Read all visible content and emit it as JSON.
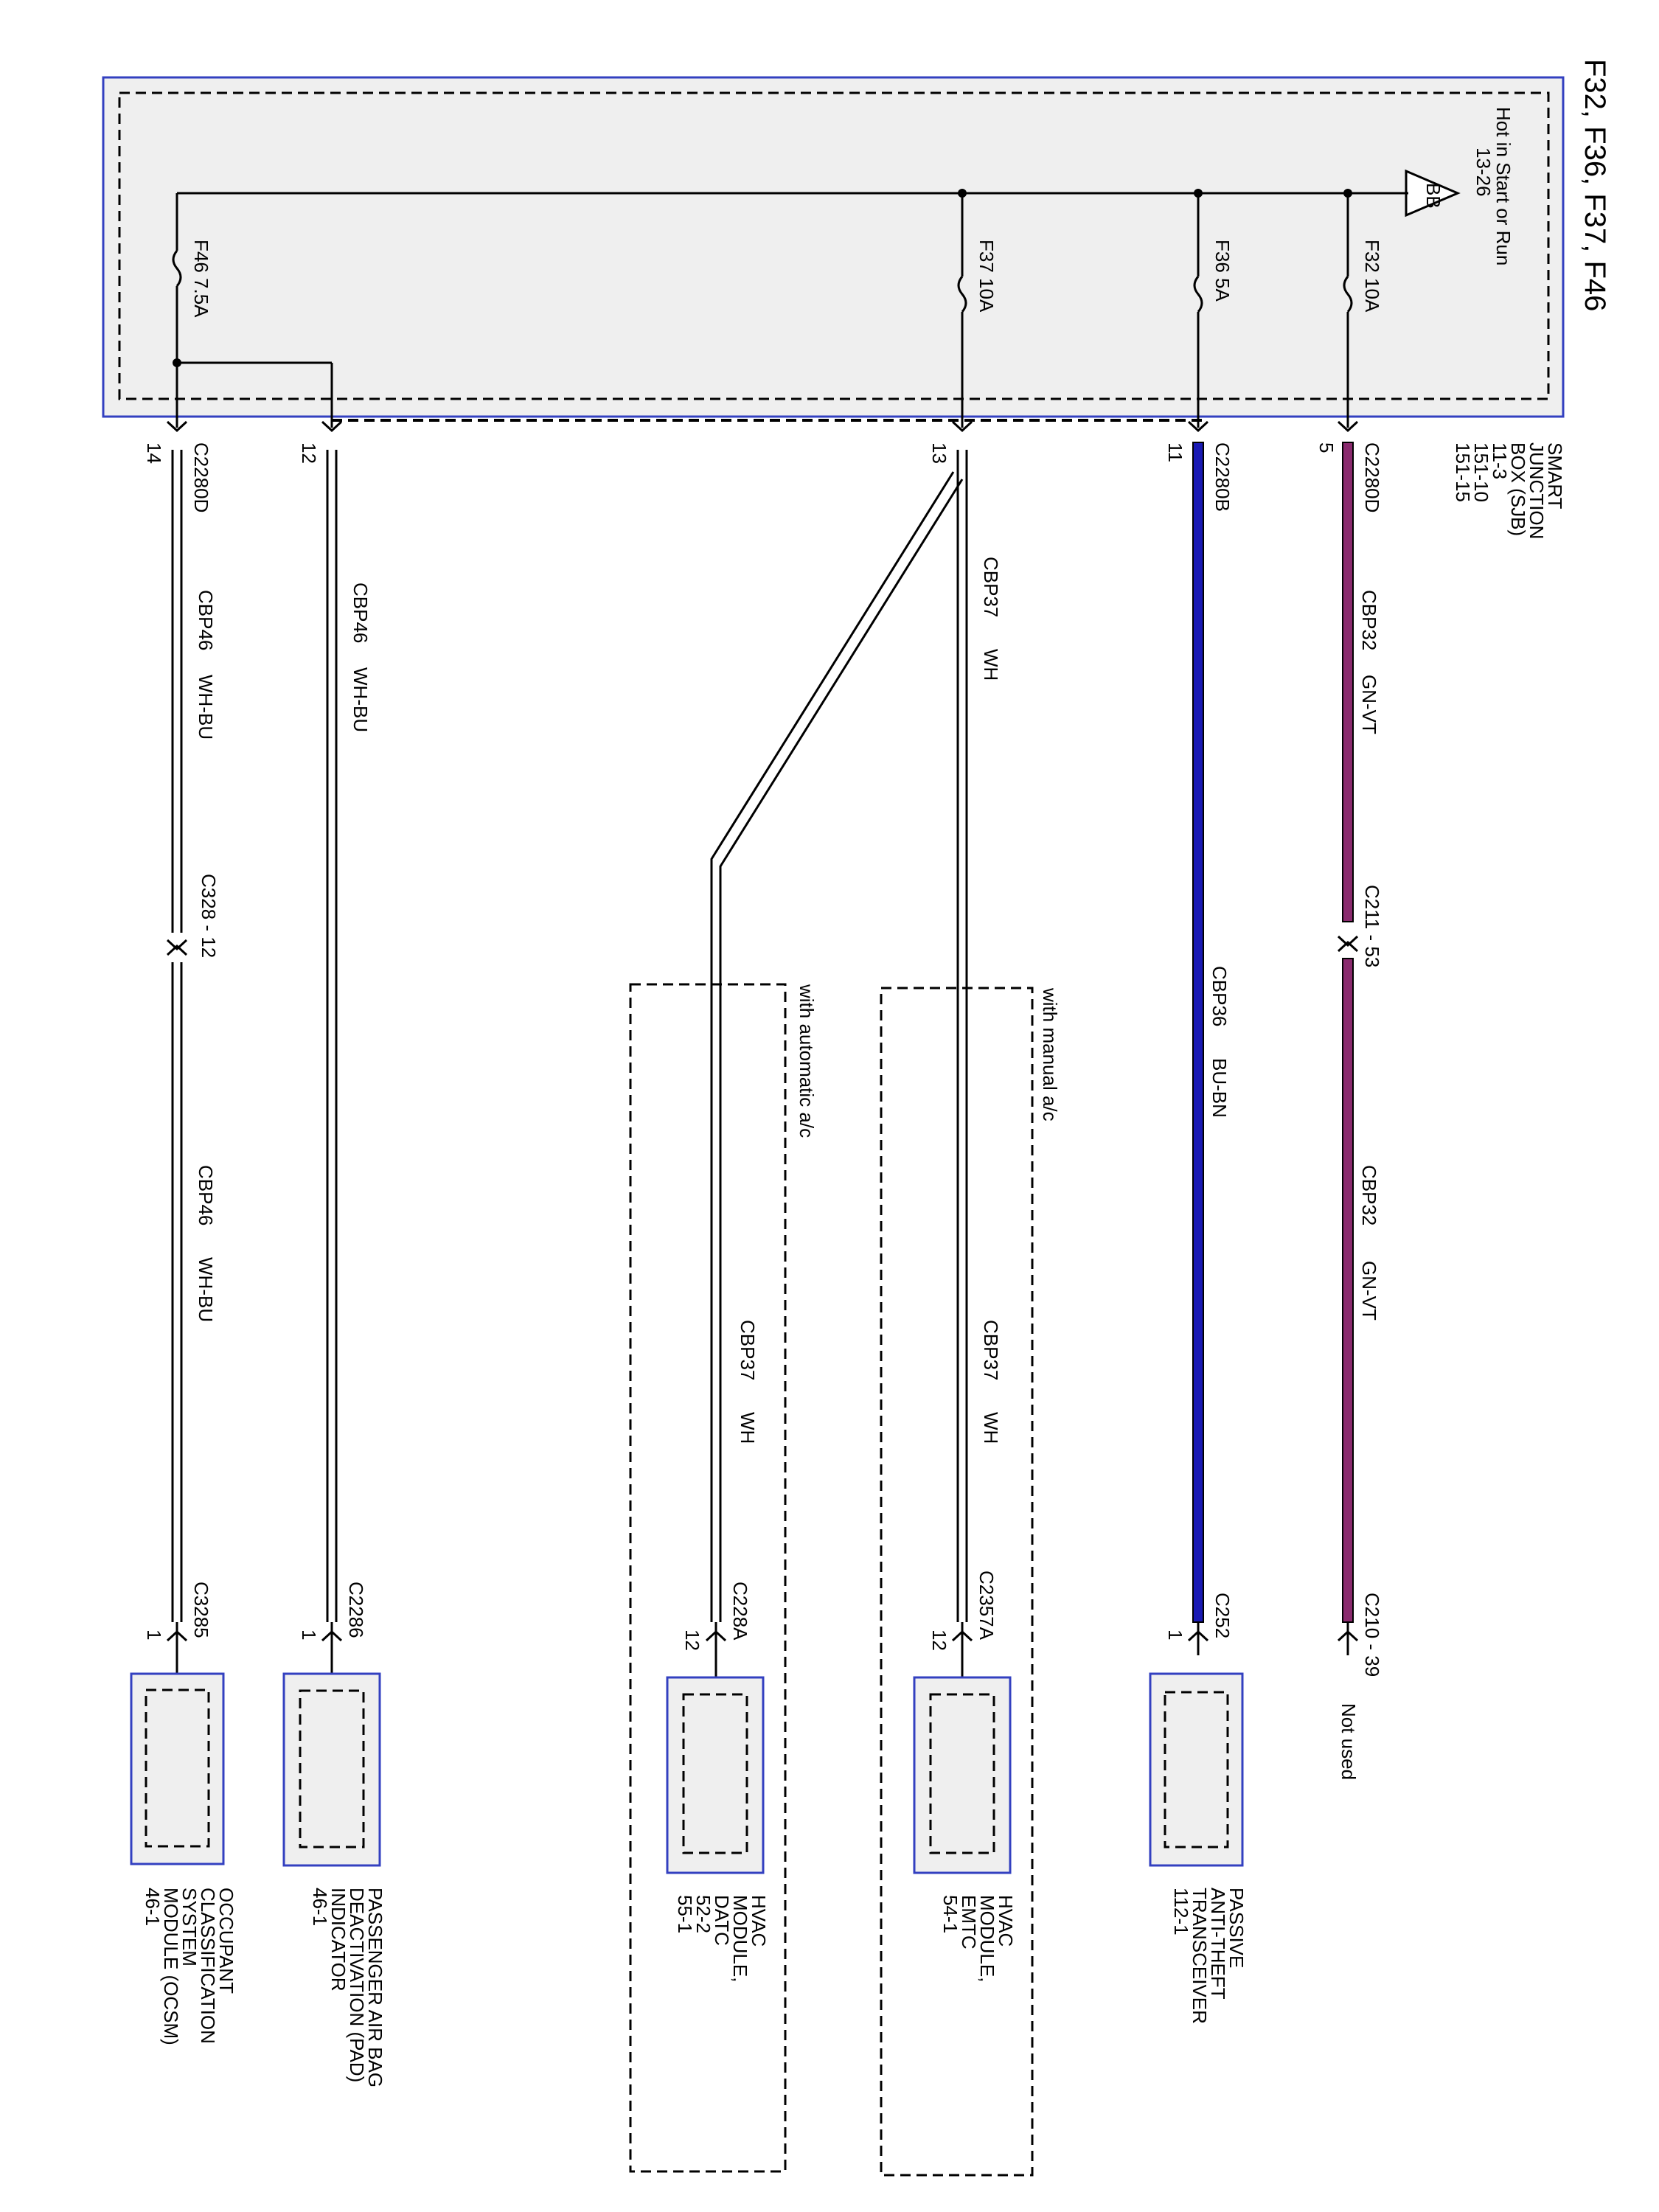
{
  "title": "F32, F36, F37, F46",
  "sjb": {
    "lines": [
      "SMART",
      "JUNCTION",
      "BOX (SJB)",
      "11-3",
      "151-10",
      "151-15"
    ],
    "hot_label": "Hot in Start or Run",
    "hot_ref": "13-26",
    "bus": "BB"
  },
  "fuses": {
    "f32": "F32  10A",
    "f36": "F36  5A",
    "f37": "F37  10A",
    "f46": "F46  7.5A"
  },
  "circuits": {
    "f32": {
      "connector": "C2280D",
      "pin": "5",
      "wire1": "CBP32",
      "color1": "GN-VT",
      "inline": "C211 - 53",
      "wire2": "CBP32",
      "color2": "GN-VT",
      "end_connector": "C210 - 39",
      "end_label": "Not used",
      "wire_color": "#8a2a6e"
    },
    "f36": {
      "connector": "C2280B",
      "pin": "11",
      "wire": "CBP36",
      "color": "BU-BN",
      "end_connector": "C252",
      "end_pin": "1",
      "component": [
        "PASSIVE",
        "ANTI-THEFT",
        "TRANSCEIVER",
        "112-1"
      ],
      "wire_color": "#1a1ab4"
    },
    "f37": {
      "pin": "13",
      "wire": "CBP37",
      "color": "WH",
      "manual": {
        "option": "with manual a/c",
        "wire": "CBP37",
        "color": "WH",
        "end_connector": "C2357A",
        "end_pin": "12",
        "component": [
          "HVAC",
          "MODULE,",
          "EMTC",
          "54-1"
        ]
      },
      "automatic": {
        "option": "with automatic a/c",
        "wire": "CBP37",
        "color": "WH",
        "end_connector": "C228A",
        "end_pin": "12",
        "component": [
          "HVAC",
          "MODULE,",
          "DATC",
          "52-2",
          "55-1"
        ]
      }
    },
    "f46_pad": {
      "pin": "12",
      "wire": "CBP46",
      "color": "WH-BU",
      "end_connector": "C2286",
      "end_pin": "1",
      "component": [
        "PASSENGER AIR BAG",
        "DEACTIVATION (PAD)",
        "INDICATOR",
        "46-1"
      ]
    },
    "f46_ocsm": {
      "connector": "C2280D",
      "pin": "14",
      "wire1": "CBP46",
      "color1": "WH-BU",
      "inline": "C328  - 12",
      "wire2": "CBP46",
      "color2": "WH-BU",
      "end_connector": "C3285",
      "end_pin": "1",
      "component": [
        "OCCUPANT",
        "CLASSIFICATION",
        "SYSTEM",
        "MODULE (OCSM)",
        "46-1"
      ]
    }
  },
  "colors": {
    "frame_blue": "#3340c0",
    "box_fill": "#efefef",
    "wire_purple": "#8a2a6e",
    "wire_blue": "#1a1ab4"
  }
}
